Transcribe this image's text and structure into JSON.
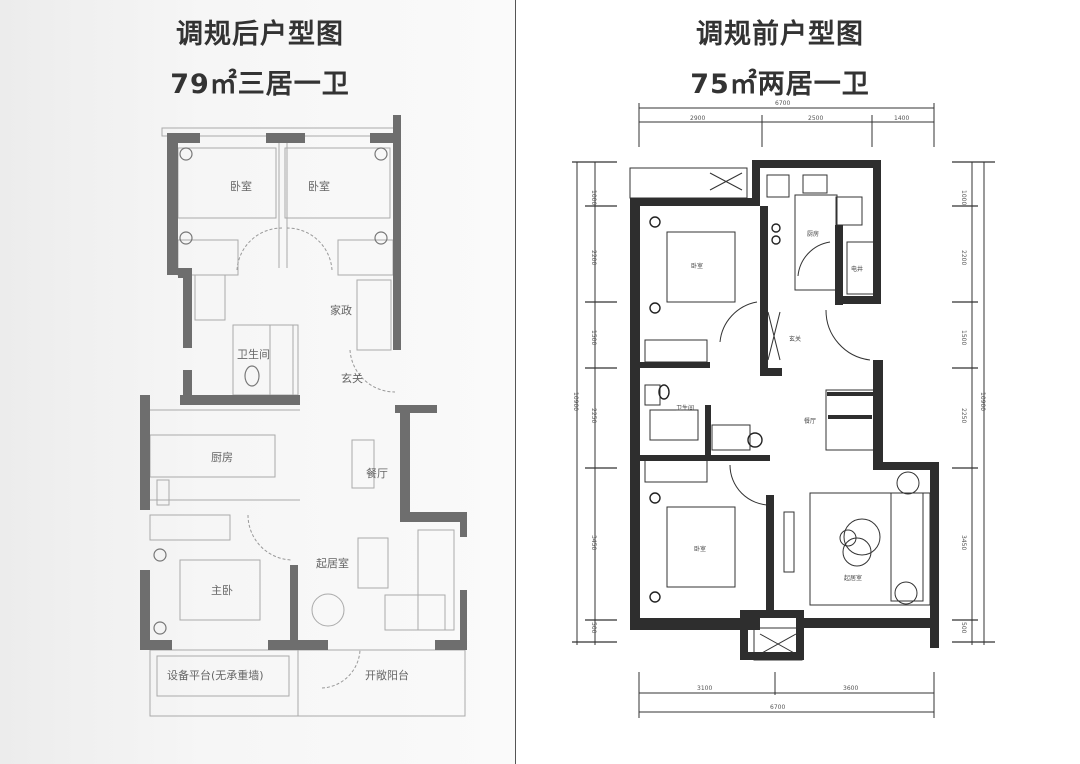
{
  "after": {
    "title": "调规后户型图",
    "subtitle": "79㎡三居一卫",
    "rooms": {
      "bedroom1": "卧室",
      "bedroom2": "卧室",
      "housekeeping": "家政",
      "bathroom": "卫生间",
      "entrance": "玄关",
      "kitchen": "厨房",
      "dining": "餐厅",
      "living": "起居室",
      "master": "主卧",
      "equipment": "设备平台(无承重墙)",
      "balcony": "开敞阳台"
    }
  },
  "before": {
    "title": "调规前户型图",
    "subtitle": "75㎡两居一卫",
    "rooms": {
      "bedroom1": "卧室",
      "kitchen": "厨房",
      "shaft": "电井",
      "entrance": "玄关",
      "bathroom": "卫生间",
      "dining": "餐厅",
      "bedroom2": "卧室",
      "living": "起居室"
    },
    "dimensions": {
      "top_total": "6700",
      "top_parts": [
        "2900",
        "2500",
        "1400"
      ],
      "side_parts": [
        "1000",
        "2200",
        "1500",
        "2250",
        "3450",
        "500"
      ],
      "side_total": "10900",
      "bottom_parts": [
        "3100",
        "3600"
      ],
      "bottom_total": "6700"
    }
  },
  "colors": {
    "wall_after": "#6e6e6e",
    "wall_before": "#2e2e2e",
    "line": "#9a9a9a"
  }
}
